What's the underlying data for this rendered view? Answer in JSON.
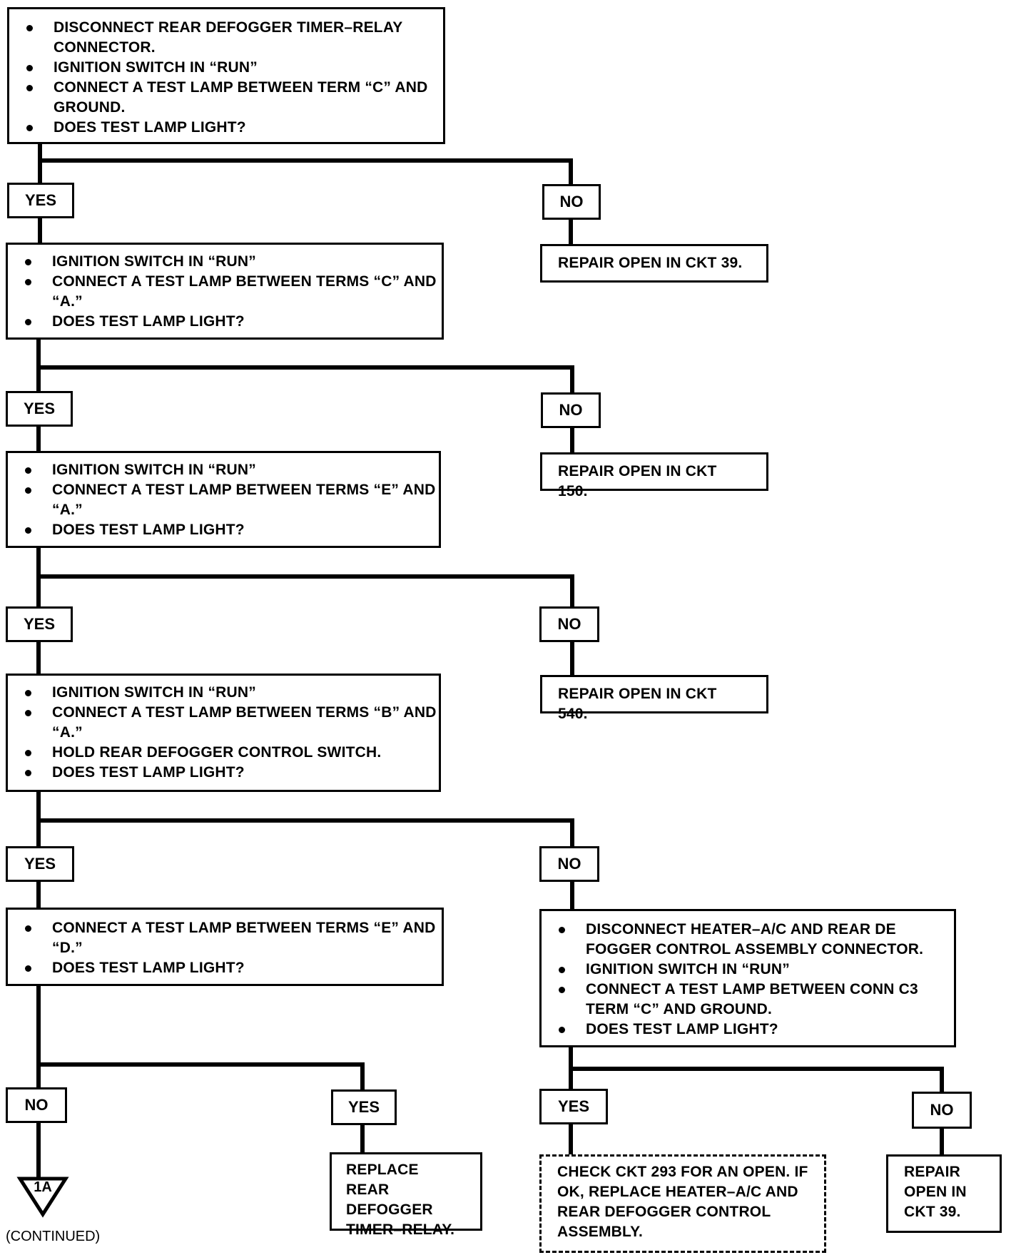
{
  "steps": {
    "step1": [
      "DISCONNECT REAR DEFOGGER TIMER–RELAY CONNECTOR.",
      "IGNITION SWITCH IN “RUN”",
      "CONNECT A TEST LAMP BETWEEN TERM “C” AND GROUND.",
      "DOES TEST LAMP LIGHT?"
    ],
    "step2": [
      "IGNITION SWITCH IN “RUN”",
      "CONNECT A TEST LAMP BETWEEN TERMS “C” AND “A.”",
      "DOES TEST LAMP LIGHT?"
    ],
    "step3": [
      "IGNITION SWITCH IN “RUN”",
      "CONNECT A TEST LAMP BETWEEN TERMS “E” AND “A.”",
      "DOES TEST LAMP LIGHT?"
    ],
    "step4": [
      "IGNITION SWITCH IN “RUN”",
      "CONNECT A TEST LAMP BETWEEN TERMS “B” AND “A.”",
      "HOLD REAR DEFOGGER CONTROL SWITCH.",
      "DOES TEST LAMP LIGHT?"
    ],
    "step5": [
      "CONNECT A TEST LAMP BETWEEN TERMS “E” AND “D.”",
      "DOES TEST LAMP LIGHT?"
    ],
    "step6": [
      "DISCONNECT HEATER–A/C AND REAR DE FOGGER CONTROL ASSEMBLY CONNECTOR.",
      "IGNITION SWITCH IN “RUN”",
      "CONNECT A TEST LAMP BETWEEN CONN C3 TERM “C” AND GROUND.",
      "DOES TEST LAMP LIGHT?"
    ]
  },
  "results": {
    "repair39_top": "REPAIR OPEN IN CKT 39.",
    "repair150": "REPAIR OPEN IN CKT 150.",
    "repair540": "REPAIR OPEN IN CKT 540.",
    "replace_timer": "REPLACE REAR DEFOGGER TIMER–RELAY.",
    "check293": "CHECK CKT 293 FOR AN OPEN. IF OK, REPLACE HEATER–A/C AND REAR DEFOGGER CONTROL ASSEMBLY.",
    "repair39_bottom": "REPAIR OPEN IN CKT 39."
  },
  "labels": {
    "yes": "YES",
    "no": "NO"
  },
  "connector": {
    "id": "1A",
    "note": "(CONTINUED)"
  }
}
